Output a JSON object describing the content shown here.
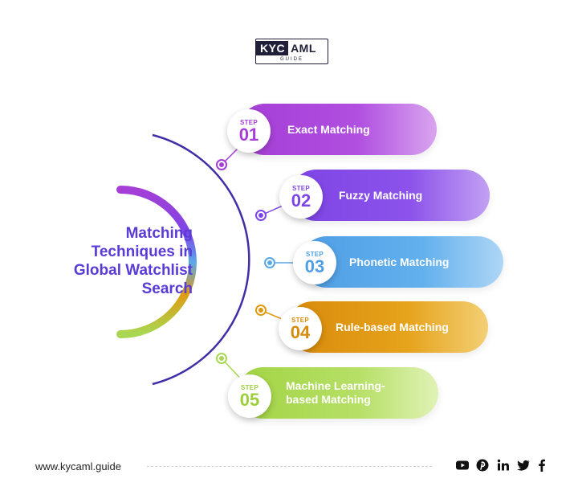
{
  "logo": {
    "kyc": "KYC",
    "aml": "AML",
    "sub": "GUIDE"
  },
  "title": {
    "lines": [
      "Matching",
      "Techniques in",
      "Global Watchlist",
      "Search"
    ]
  },
  "steps": [
    {
      "step_word": "STEP",
      "number": "01",
      "label": "Exact Matching",
      "color": "#a53ed6"
    },
    {
      "step_word": "STEP",
      "number": "02",
      "label": "Fuzzy Matching",
      "color": "#7d45e6"
    },
    {
      "step_word": "STEP",
      "number": "03",
      "label": "Phonetic Matching",
      "color": "#5aa8e8"
    },
    {
      "step_word": "STEP",
      "number": "04",
      "label": "Rule-based Matching",
      "color": "#e09a12"
    },
    {
      "step_word": "STEP",
      "number": "05",
      "label": "Machine Learning-based Matching",
      "label_lines": [
        "Machine Learning-",
        "based Matching"
      ],
      "color": "#a8d852"
    }
  ],
  "footer": {
    "url": "www.kycaml.guide",
    "icons": [
      "youtube-icon",
      "pinterest-icon",
      "linkedin-icon",
      "twitter-icon",
      "facebook-icon"
    ]
  },
  "colors": {
    "title": "#5b3bd6",
    "arc": "#3e2fa8",
    "purple": "#a53ed6",
    "violet": "#7d45e6",
    "blue": "#5aa8e8",
    "orange": "#e09a12",
    "green": "#a8d852"
  }
}
